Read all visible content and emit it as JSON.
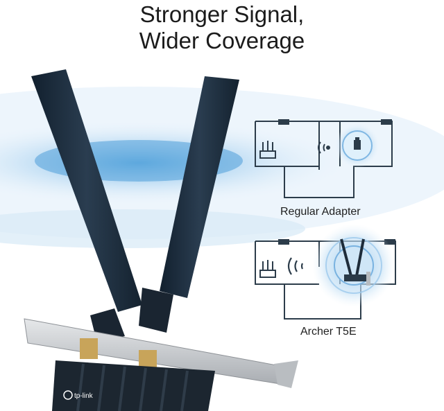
{
  "headline": {
    "line1": "Stronger Signal,",
    "line2": "Wider Coverage"
  },
  "diagrams": {
    "regular": {
      "caption": "Regular Adapter"
    },
    "archer": {
      "caption": "Archer T5E"
    }
  },
  "product": {
    "logo": "tp-link"
  },
  "colors": {
    "signal_blue": "#4fa3dc",
    "glow_light": "#dbecf8",
    "antenna": "#1d2d3d",
    "bracket": "#c9ccd0"
  }
}
